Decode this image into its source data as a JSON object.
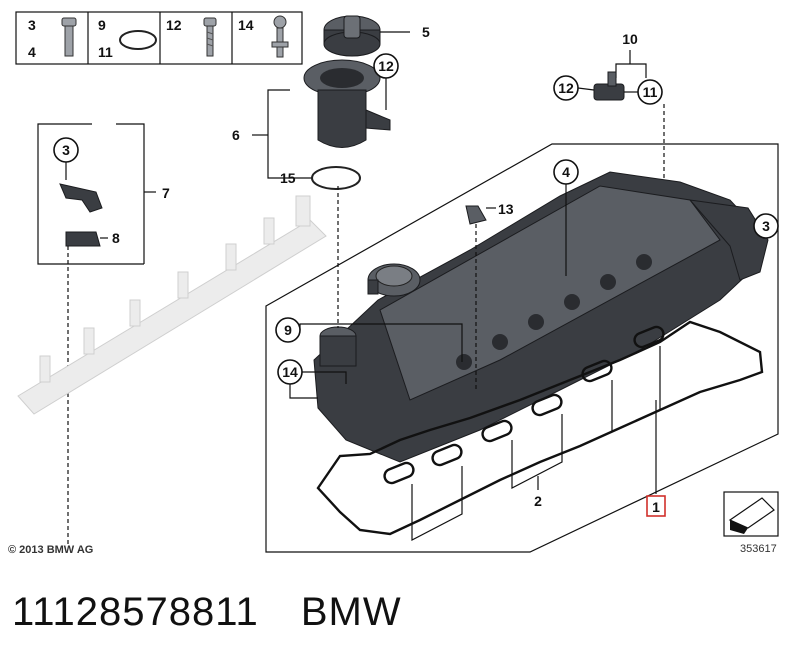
{
  "diagram": {
    "copyright": "© 2013 BMW AG",
    "figure_number": "353617",
    "legend_box": [
      {
        "top": "3",
        "bottom": "4"
      },
      {
        "top": "9",
        "bottom": "11"
      },
      {
        "top": "12",
        "bottom": ""
      },
      {
        "top": "14",
        "bottom": ""
      }
    ],
    "callouts": {
      "c1": "1",
      "c2": "2",
      "c3a": "3",
      "c3b": "3",
      "c4": "4",
      "c5": "5",
      "c6": "6",
      "c7": "7",
      "c8": "8",
      "c9": "9",
      "c10": "10",
      "c11": "11",
      "c12a": "12",
      "c12b": "12",
      "c13": "13",
      "c14": "14",
      "c15": "15"
    }
  },
  "caption": {
    "part_number": "11128578811",
    "brand": "BMW"
  },
  "colors": {
    "highlight": "#d0302b",
    "part": "#3a3d42"
  }
}
